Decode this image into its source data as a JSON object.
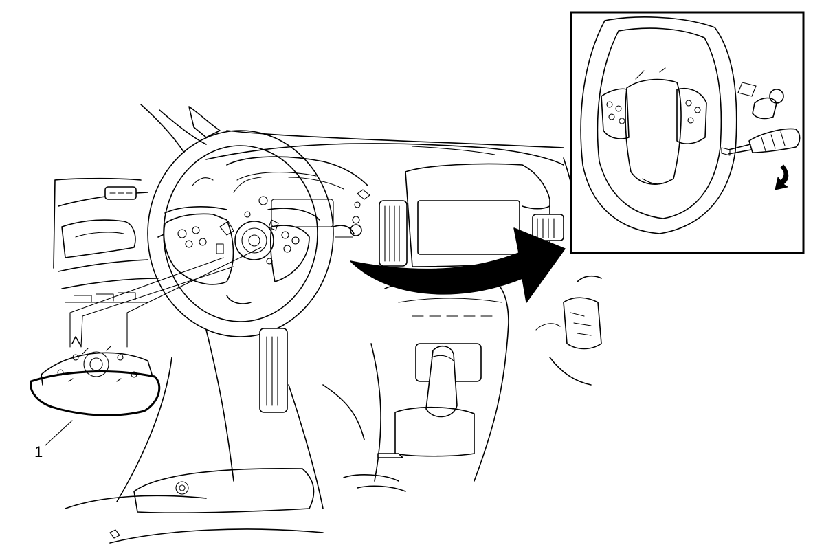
{
  "callouts": [
    {
      "id": "1",
      "text": "1"
    }
  ],
  "inset": {
    "rotation_arrow": "curved-arrow"
  },
  "main_arrow": "curved-arrow"
}
